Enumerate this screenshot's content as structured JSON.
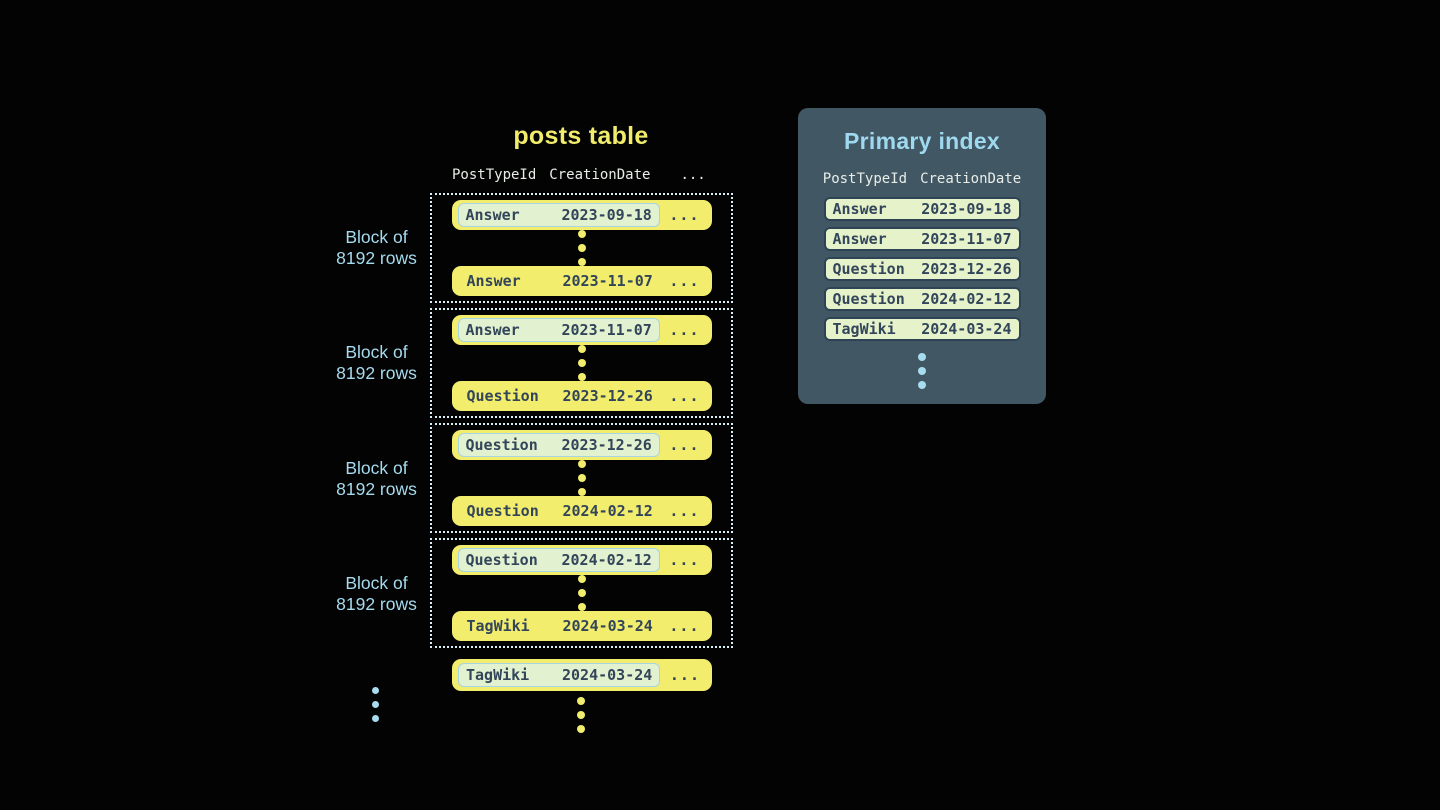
{
  "posts_table": {
    "title": "posts table",
    "columns": [
      "PostTypeId",
      "CreationDate",
      "..."
    ],
    "row_ellipsis": "...",
    "block_label": {
      "line1": "Block of",
      "line2": "8192 rows"
    },
    "blocks": [
      {
        "first": {
          "type": "Answer",
          "date": "2023-09-18"
        },
        "last": {
          "type": "Answer",
          "date": "2023-11-07"
        }
      },
      {
        "first": {
          "type": "Answer",
          "date": "2023-11-07"
        },
        "last": {
          "type": "Question",
          "date": "2023-12-26"
        }
      },
      {
        "first": {
          "type": "Question",
          "date": "2023-12-26"
        },
        "last": {
          "type": "Question",
          "date": "2024-02-12"
        }
      },
      {
        "first": {
          "type": "Question",
          "date": "2024-02-12"
        },
        "last": {
          "type": "TagWiki",
          "date": "2024-03-24"
        }
      }
    ],
    "overflow_row": {
      "type": "TagWiki",
      "date": "2024-03-24"
    }
  },
  "primary_index": {
    "title": "Primary index",
    "columns": [
      "PostTypeId",
      "CreationDate"
    ],
    "rows": [
      {
        "type": "Answer",
        "date": "2023-09-18"
      },
      {
        "type": "Answer",
        "date": "2023-11-07"
      },
      {
        "type": "Question",
        "date": "2023-12-26"
      },
      {
        "type": "Question",
        "date": "2024-02-12"
      },
      {
        "type": "TagWiki",
        "date": "2024-03-24"
      }
    ]
  },
  "colors": {
    "background": "#020302",
    "row_yellow": "#F2ED6C",
    "row_text_slate": "#32455A",
    "highlight_capsule_bg": "#E2F1CF",
    "highlight_capsule_border": "#A6D4E5",
    "index_panel_bg": "#415763",
    "index_row_bg": "#E6F3CA",
    "light_blue_text": "#A5DBEE",
    "header_text": "#E9EDE7",
    "dotted_border": "#D9EFF7"
  }
}
